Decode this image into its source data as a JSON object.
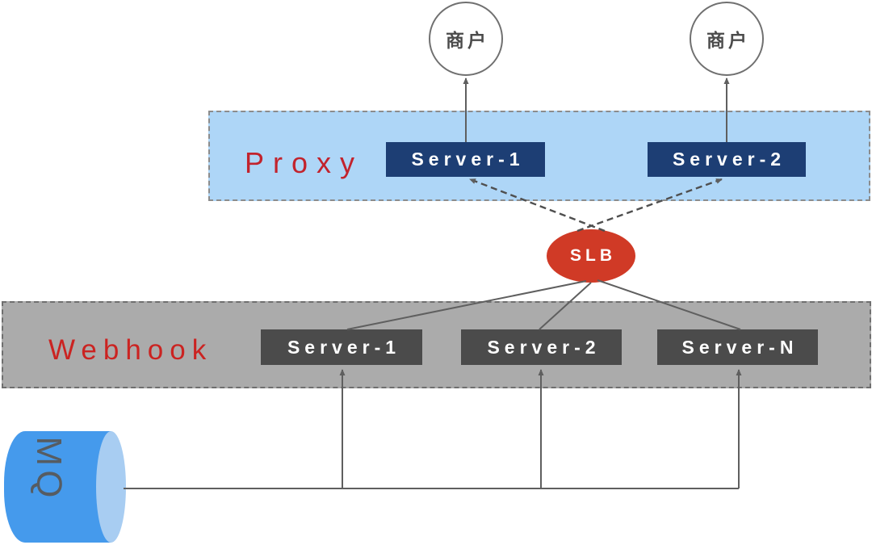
{
  "merchants": [
    {
      "label": "商户"
    },
    {
      "label": "商户"
    }
  ],
  "proxy": {
    "label": "Proxy",
    "servers": [
      {
        "label": "Server-1"
      },
      {
        "label": "Server-2"
      }
    ]
  },
  "slb": {
    "label": "SLB"
  },
  "webhook": {
    "label": "Webhook",
    "servers": [
      {
        "label": "Server-1"
      },
      {
        "label": "Server-2"
      },
      {
        "label": "Server-N"
      }
    ]
  },
  "mq": {
    "label": "MQ"
  },
  "colors": {
    "proxy_fill": "#aed6f7",
    "proxy_border": "#8c8c8c",
    "proxy_server_fill": "#1d3e74",
    "proxy_label": "#c2232d",
    "webhook_fill": "#ababab",
    "webhook_border": "#6f6f6f",
    "webhook_server_fill": "#4b4b4b",
    "webhook_label": "#cb2321",
    "slb_fill": "#d03a26",
    "server_text": "#ffffff",
    "merchant_text": "#4b4b4b",
    "circle_border": "#707070",
    "line": "#5f5f5f",
    "dashed_line": "#4f4f4f",
    "mq_fill": "#459aec",
    "mq_cap_fill": "#a8cdf2",
    "mq_text": "#565c62"
  }
}
